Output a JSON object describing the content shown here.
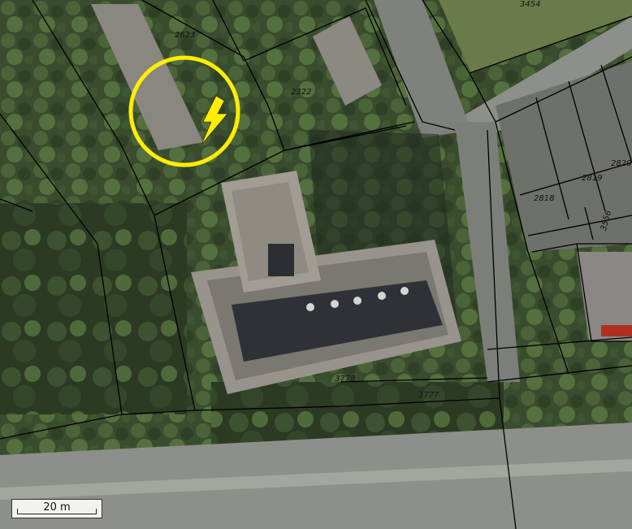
{
  "map": {
    "parcel_labels": [
      "2623",
      "2322",
      "3454",
      "2819",
      "2820",
      "2818",
      "3556",
      "3778",
      "3777"
    ],
    "scale_label": "20 m",
    "marker": {
      "type": "circle-with-lightning-icon",
      "color": "#ffee00"
    },
    "colors": {
      "vegetation": "#3d5230",
      "vegetation_light": "#5b7a45",
      "road": "#8d8f8a",
      "roof": "#8a8680",
      "roof_dark": "#2e3236",
      "parcel_lines": "#000000",
      "marker": "#ffee00"
    }
  }
}
